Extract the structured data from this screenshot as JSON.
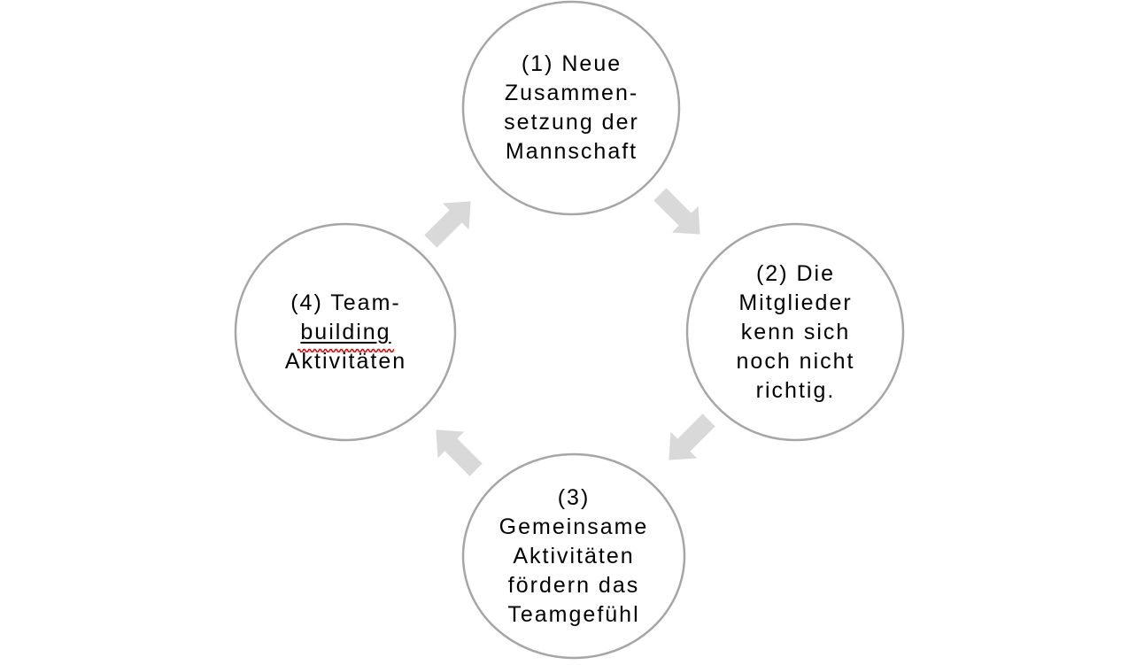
{
  "diagram": {
    "type": "cycle",
    "steps": [
      {
        "number": 1,
        "lines": [
          "(1) Neue",
          "Zusammen-",
          "setzung der",
          "Mannschaft"
        ],
        "text": "(1) Neue Zusammen­setzung der Mannschaft"
      },
      {
        "number": 2,
        "lines": [
          "(2) Die",
          "Mitglieder",
          "kenn sich",
          "noch nicht",
          "richtig."
        ],
        "text": "(2) Die Mitglieder kenn sich noch nicht richtig."
      },
      {
        "number": 3,
        "lines": [
          "(3)",
          "Gemeinsame",
          "Aktivitäten",
          "fördern das",
          "Teamgefühl"
        ],
        "text": "(3) Gemeinsame Aktivitäten fördern das Teamgefühl"
      },
      {
        "number": 4,
        "lines": [
          "(4) Team-",
          "building",
          "Aktivitäten"
        ],
        "text": "(4) Team-building Aktivitäten",
        "underlined_word": "building",
        "spellcheck_marked_word": "building"
      }
    ],
    "arrows": [
      {
        "from_step": 1,
        "to_step": 2,
        "direction": "southeast"
      },
      {
        "from_step": 2,
        "to_step": 3,
        "direction": "southwest"
      },
      {
        "from_step": 3,
        "to_step": 4,
        "direction": "northwest"
      },
      {
        "from_step": 4,
        "to_step": 1,
        "direction": "northeast"
      }
    ],
    "colors": {
      "background": "#ffffff",
      "circle_fill": "#ffffff",
      "circle_border": "#a6a6a6",
      "arrow_fill": "#d9d9d9",
      "text": "#000000",
      "spellcheck_underline": "#d40000"
    }
  }
}
